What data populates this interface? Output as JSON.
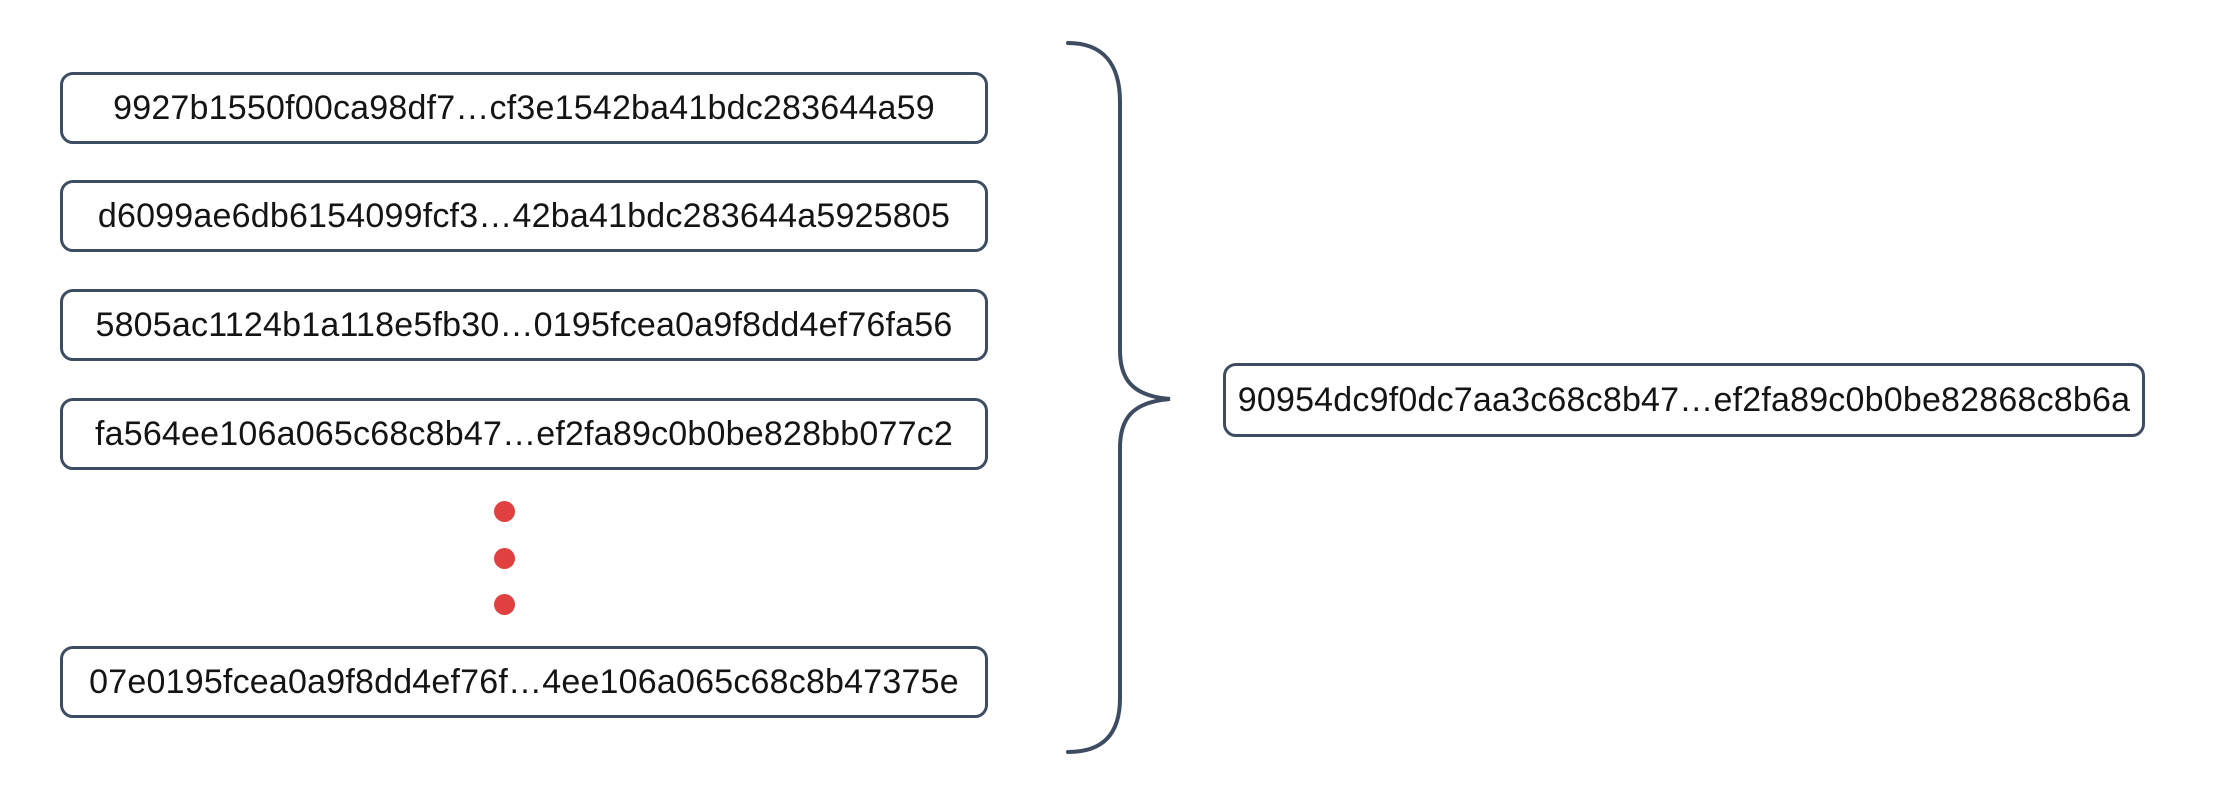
{
  "diagram": {
    "input_hashes": [
      "9927b1550f00ca98df7…cf3e1542ba41bdc283644a59",
      "d6099ae6db6154099fcf3…42ba41bdc283644a5925805",
      "5805ac1124b1a118e5fb30…0195fcea0a9f8dd4ef76fa56",
      "fa564ee106a065c68c8b47…ef2fa89c0b0be828bb077c2",
      "07e0195fcea0a9f8dd4ef76f…4ee106a065c68c8b47375e"
    ],
    "output_hash": "90954dc9f0dc7aa3c68c8b47…ef2fa89c0b0be82868c8b6a",
    "icons": {
      "vertical_ellipsis": "three-red-dots",
      "grouping": "right-curly-brace"
    }
  },
  "colors": {
    "outline": "#3E4C62",
    "dot_red": "#E04140",
    "text": "#141414",
    "background": "#FFFFFF"
  }
}
